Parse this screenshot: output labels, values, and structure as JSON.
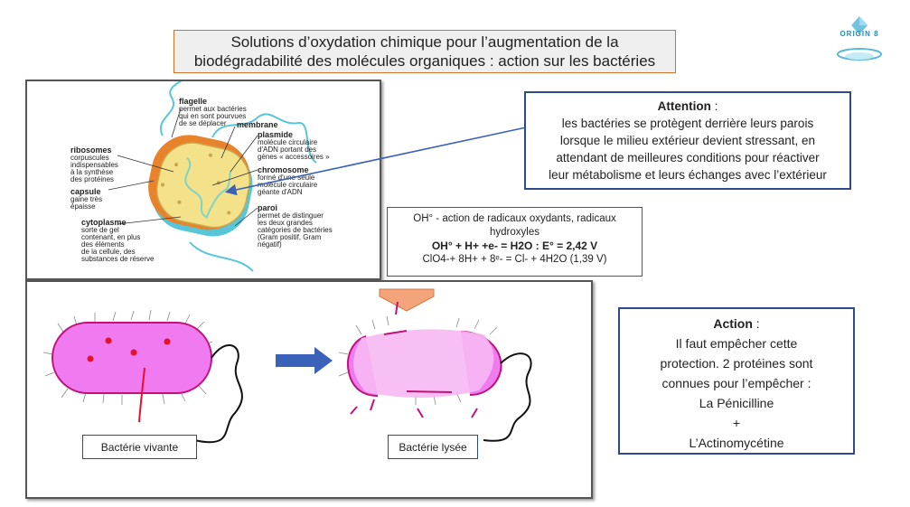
{
  "title": {
    "line1": "Solutions d’oxydation chimique pour l’augmentation de la",
    "line2": "biodégradabilité des molécules organiques : action sur les bactéries"
  },
  "logo": {
    "text": "ORIGIN 8"
  },
  "cell_diagram": {
    "flagelle": {
      "title": "flagelle",
      "desc1": "permet aux bactéries",
      "desc2": "qui en sont pourvues",
      "desc3": "de se déplacer"
    },
    "membrane": {
      "title": "membrane"
    },
    "plasmide": {
      "title": "plasmide",
      "desc1": "molécule circulaire",
      "desc2": "d'ADN portant des",
      "desc3": "gènes « accessoires »"
    },
    "ribosomes": {
      "title": "ribosomes",
      "desc1": "corpuscules",
      "desc2": "indispensables",
      "desc3": "à la synthèse",
      "desc4": "des protéines"
    },
    "chromosome": {
      "title": "chromosome",
      "desc1": "formé d'une seule",
      "desc2": "molécule circulaire",
      "desc3": "géante d'ADN"
    },
    "capsule": {
      "title": "capsule",
      "desc1": "gaine très",
      "desc2": "épaisse"
    },
    "paroi": {
      "title": "paroi",
      "desc1": "permet de distinguer",
      "desc2": "les deux grandes",
      "desc3": "catégories de bactéries",
      "desc4": "(Gram positif, Gram",
      "desc5": "négatif)"
    },
    "cytoplasme": {
      "title": "cytoplasme",
      "desc1": "sorte de gel",
      "desc2": "contenant, en plus",
      "desc3": "des éléments",
      "desc4": "de la cellule, des",
      "desc5": "substances de réserve"
    }
  },
  "attention": {
    "title": "Attention",
    "suffix": " :",
    "line1": "les bactéries se protègent derrière leurs parois",
    "line2": "lorsque le milieu extérieur devient stressant, en",
    "line3": "attendant de meilleures conditions pour réactiver",
    "line4": "leur métabolisme et leurs échanges avec l’extérieur"
  },
  "oh": {
    "line1": "OH° - action de radicaux oxydants, radicaux",
    "line2": "hydroxyles",
    "line3": "OH° + H+ +e- = H2O : E° = 2,42 V",
    "line4": "ClO4-+ 8H+ + 8ᵉ- = Cl- + 4H2O (1,39 V)"
  },
  "labels": {
    "alive": "Bactérie vivante",
    "lysed": "Bactérie lysée"
  },
  "action": {
    "title": "Action",
    "suffix": " :",
    "line1": "Il faut empêcher cette",
    "line2": "protection. 2 protéines sont",
    "line3": "connues pour l’empêcher :",
    "line4": "La Pénicilline",
    "line5": "+",
    "line6": "L’Actinomycétine"
  },
  "colors": {
    "title_border": "#d0722c",
    "box_border": "#2f4a8a",
    "bacterium_fill": "#f07af0",
    "bacterium_stroke": "#c2127a",
    "red_dots": "#e8102a",
    "process_arrow": "#3a62b8",
    "down_arrow": "#f4a47a",
    "cell_capsule": "#e8832c",
    "cell_wall": "#58c6d8",
    "cell_cytoplasm": "#f4e28a"
  }
}
